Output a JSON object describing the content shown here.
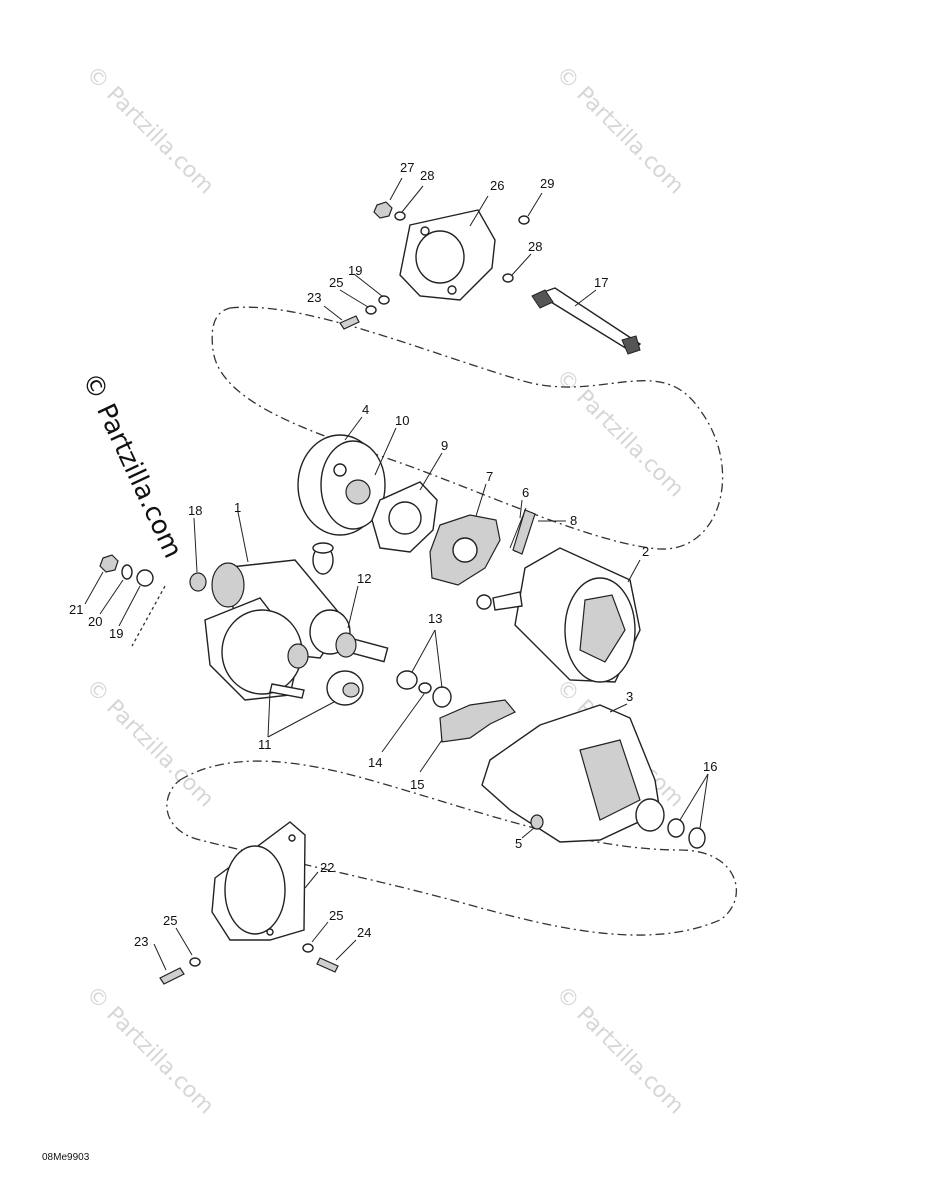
{
  "watermark": {
    "text": "© Partzilla.com",
    "main_text": "© Partzilla.com"
  },
  "drawing_code": "08Me9903",
  "callouts": {
    "c1": "1",
    "c2": "2",
    "c3": "3",
    "c4": "4",
    "c5": "5",
    "c6": "6",
    "c7": "7",
    "c8": "8",
    "c9": "9",
    "c10": "10",
    "c11": "11",
    "c12": "12",
    "c13": "13",
    "c14": "14",
    "c15": "15",
    "c16": "16",
    "c17": "17",
    "c18": "18",
    "c19a": "19",
    "c19b": "19",
    "c20": "20",
    "c21": "21",
    "c22": "22",
    "c23a": "23",
    "c23b": "23",
    "c24": "24",
    "c25a": "25",
    "c25b": "25",
    "c25c": "25",
    "c26": "26",
    "c27": "27",
    "c28a": "28",
    "c28b": "28",
    "c29": "29"
  }
}
